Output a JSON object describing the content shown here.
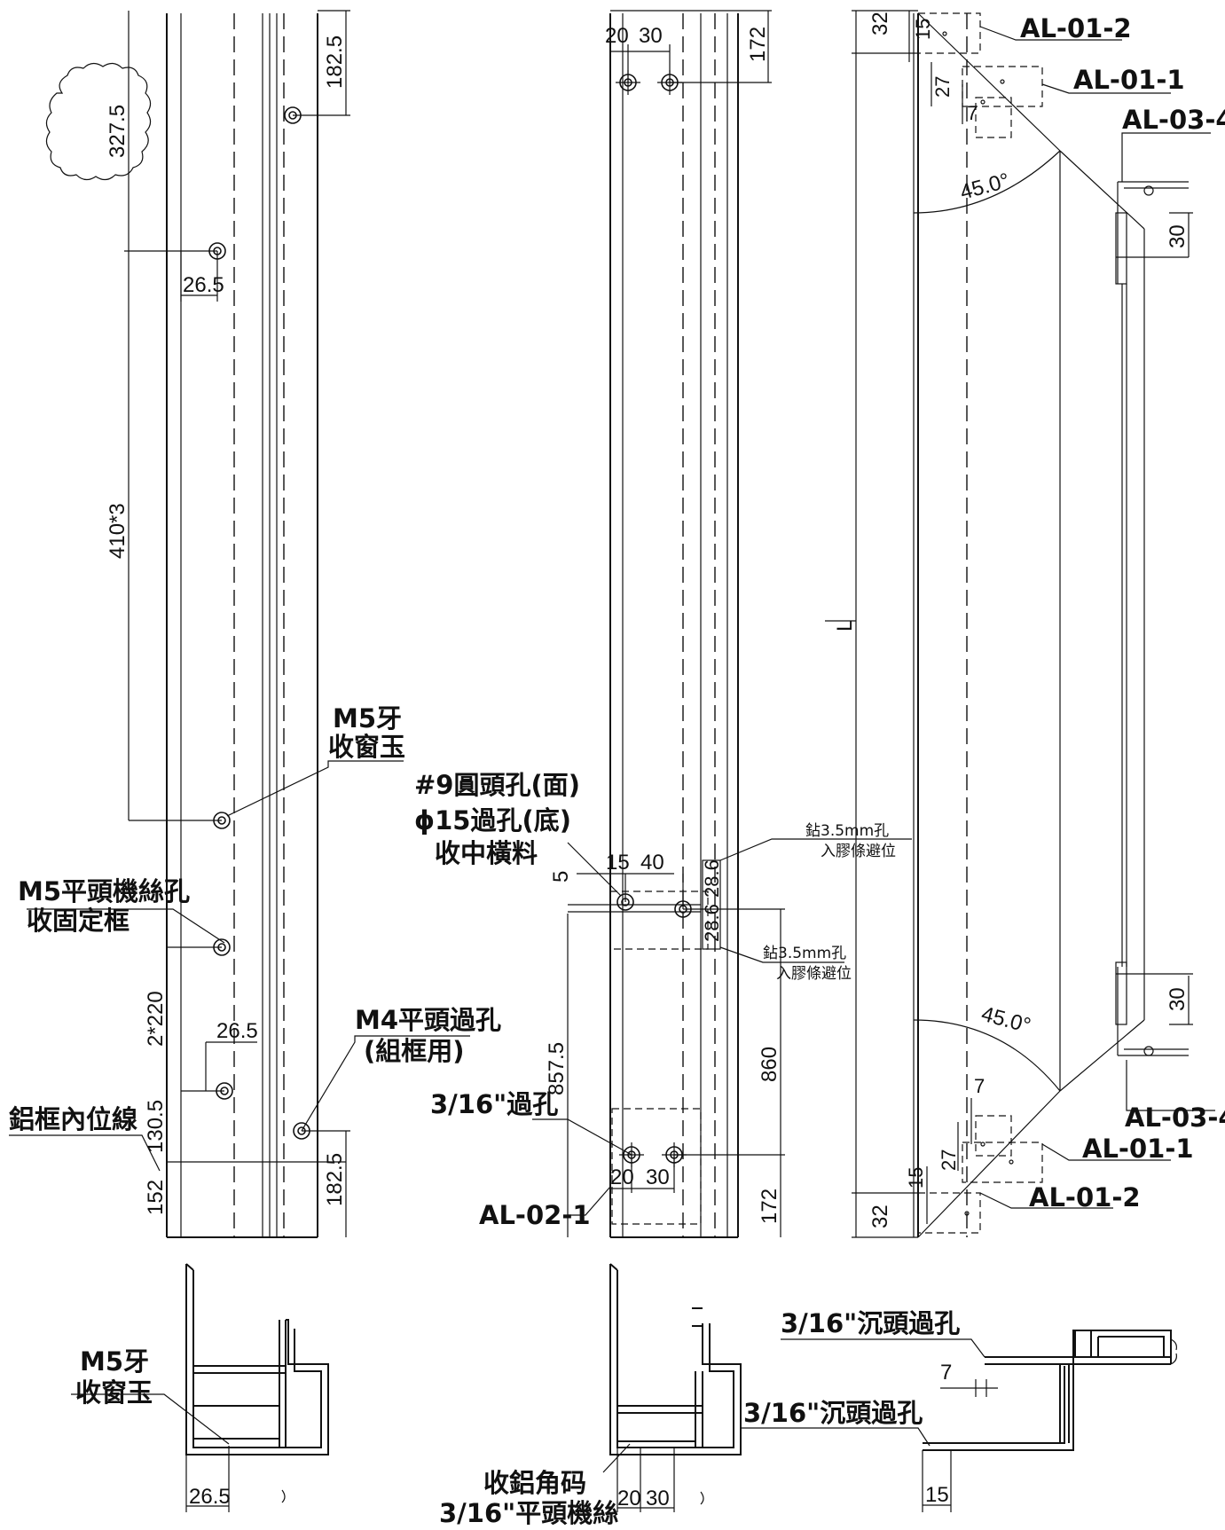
{
  "views": {
    "left": {
      "cloud_dim": "327.5",
      "dim_top_right": "182.5",
      "dim_26_5_top": "26.5",
      "dim_410x3": "410*3",
      "dim_2x220": "2*220",
      "dim_26_5_mid": "26.5",
      "dim_130_5": "130.5",
      "dim_152": "152",
      "dim_bottom_right": "182.5",
      "label_m5_thread": [
        "M5牙",
        "收窗玉"
      ],
      "label_m5_flat": [
        "M5平頭機絲孔",
        "收固定框"
      ],
      "label_m4_flat": [
        "M4平頭過孔",
        "(組框用)"
      ],
      "label_inner_line": "鋁框內位線"
    },
    "middle": {
      "dim_top_20": "20",
      "dim_top_30": "30",
      "dim_top_172": "172",
      "label_9_round": "#9圓頭孔(面)",
      "label_15_hole": "ϕ15過孔(底)",
      "label_mid_rail": "收中橫料",
      "dim_15": "15",
      "dim_40": "40",
      "dim_5": "5",
      "dim_28_6_a": "28.6",
      "dim_28_6_b": "28.6",
      "note_drill_a": [
        "鉆3.5mm孔",
        "入膠條避位"
      ],
      "note_drill_b": [
        "鉆3.5mm孔",
        "入膠條避位"
      ],
      "dim_857_5": "857.5",
      "dim_860": "860",
      "label_3_16_hole": "3/16\"過孔",
      "dim_bot_20": "20",
      "dim_bot_30": "30",
      "dim_bot_172": "172",
      "label_al_02_1": "AL-02-1"
    },
    "right": {
      "dim_32_top": "32",
      "dim_15_top": "15",
      "dim_27_top": "27",
      "dim_7_top": "7",
      "angle_top": "45.0°",
      "angle_bottom": "45.0°",
      "dim_30_top": "30",
      "dim_L": "L",
      "dim_30_bottom": "30",
      "dim_7_bottom": "7",
      "dim_27_bottom": "27",
      "dim_15_bottom": "15",
      "dim_32_bottom": "32",
      "label_al_01_2_top": "AL-01-2",
      "label_al_01_1_top": "AL-01-1",
      "label_al_03_4_top": "AL-03-4",
      "label_al_03_4_bottom": "AL-03-4",
      "label_al_01_1_bottom": "AL-01-1",
      "label_al_01_2_bottom": "AL-01-2"
    }
  },
  "sections": {
    "left": {
      "label_m5": [
        "M5牙",
        "收窗玉"
      ],
      "dim_26_5": "26.5"
    },
    "middle": {
      "label_corner": [
        "收鋁角码",
        "3/16\"平頭機絲"
      ],
      "dim_20": "20",
      "dim_30": "30"
    },
    "right": {
      "label_csk_top": "3/16\"沉頭過孔",
      "label_csk_bottom": "3/16\"沉頭過孔",
      "dim_7": "7",
      "dim_15": "15"
    }
  }
}
